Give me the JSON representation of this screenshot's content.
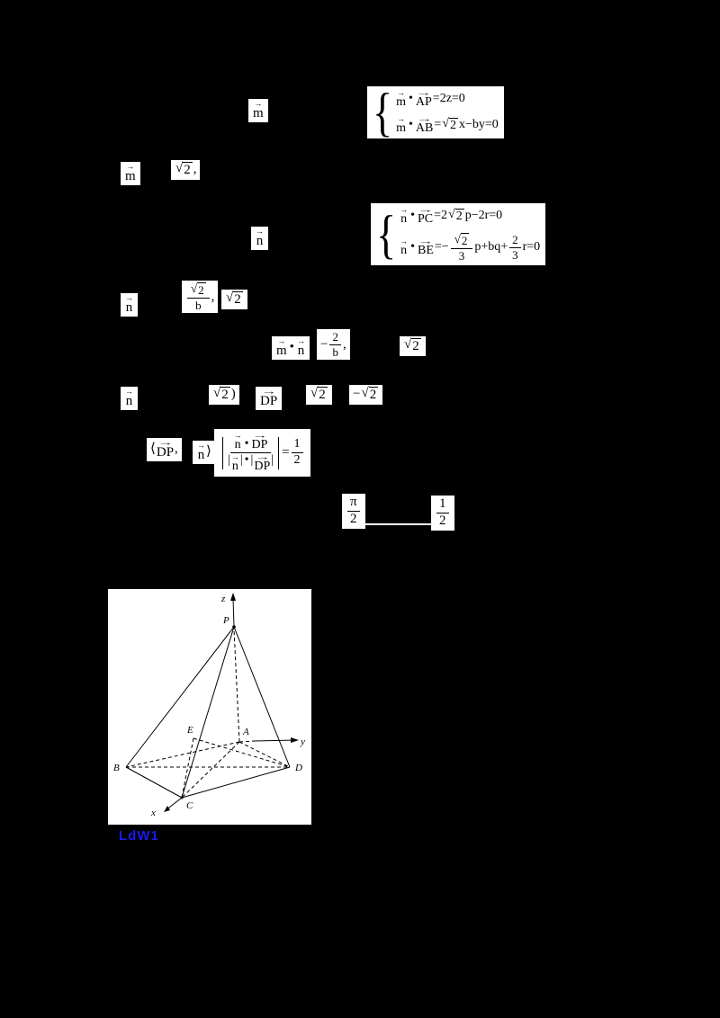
{
  "sym": {
    "arrow": "→",
    "sqrt": "√",
    "dot": "•",
    "lbrace": "{",
    "bar": "|",
    "langle": "⟨",
    "rangle": "⟩"
  },
  "v": {
    "m": "m",
    "n": "n",
    "AP": "AP",
    "AB": "AB",
    "PC": "PC",
    "BE": "BE",
    "DP": "DP"
  },
  "t": {
    "two": "2",
    "three": "3",
    "b": "b",
    "one": "1",
    "pi": "π",
    "comma": ",",
    "rparen": ")",
    "minus": "−",
    "eq": "=",
    "sys1_l1_tail": "=2z=0",
    "sys1_l2_eq": "=",
    "sys1_l2_tail": "x−by=0",
    "sys2_l1_pre": "=2",
    "sys2_l1_tail": "p−2r=0",
    "sys2_l2_eq": "=−",
    "sys2_l2_mid": "p+bq+",
    "sys2_l2_tail": "r=0",
    "cos_eq": "="
  },
  "figure": {
    "labels": {
      "z": "z",
      "P": "P",
      "E": "E",
      "A": "A",
      "B": "B",
      "C": "C",
      "D": "D",
      "x": "x",
      "y": "y"
    }
  },
  "footer": {
    "label": "LdW1"
  }
}
